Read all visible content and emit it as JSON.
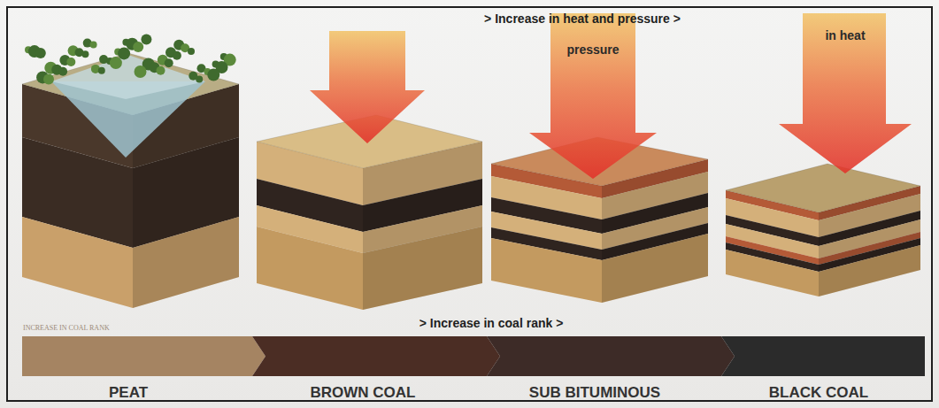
{
  "diagram": {
    "labels": [
      "> Increase in heat and pressure >",
      "pressure",
      "in heat",
      "INCREASE IN COAL RANK",
      "> Increase in coal rank >",
      "PEAT",
      "BROWN COAL",
      "SUB BITUMINOUS",
      "BLACK COAL"
    ]
  }
}
